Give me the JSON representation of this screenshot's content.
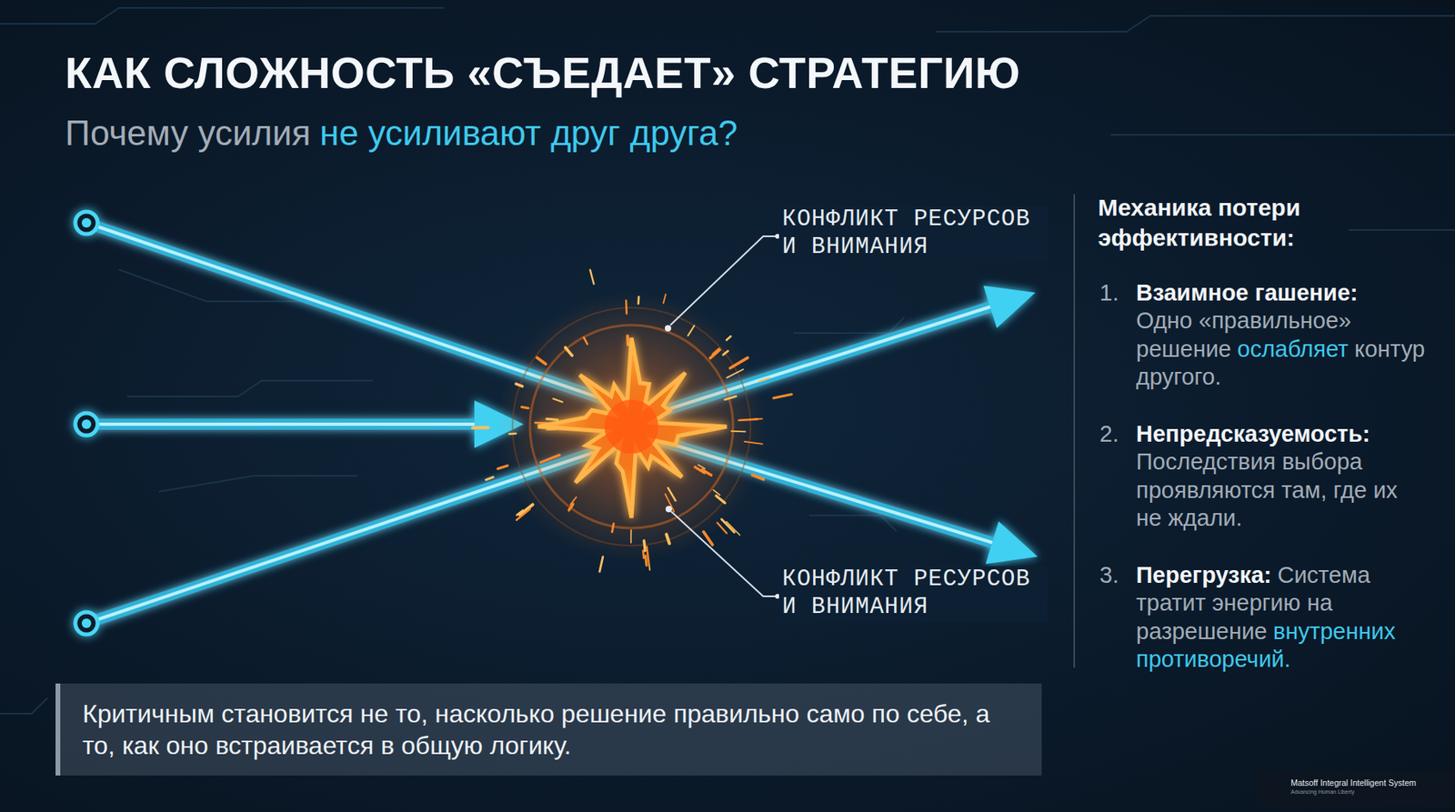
{
  "diagram": {
    "title": "КАК СЛОЖНОСТЬ «СЪЕДАЕТ» СТРАТЕГИЮ",
    "nodes": [
      {
        "text": [
          "Критичным становится не то, насколько решение правильно само по себе, а то, как оно встраивается в общую логику."
        ]
      },
      {
        "text": [
          "Matsoff Integral Intelligent System",
          "Advancing Human Liberty"
        ]
      }
    ],
    "labels": [
      "Почему усилия",
      "не усиливают друг друга?",
      "КОНФЛИКТ РЕСУРСОВ И ВНИМАНИЯ",
      "КОНФЛИКТ РЕСУРСОВ И ВНИМАНИЯ",
      "Механика потери эффективности:",
      "1.",
      "Взаимное гашение:",
      "Одно «правильное» решение",
      "ослабляет",
      "контур другого.",
      "2.",
      "Непредсказуемость:",
      "Последствия выбора проявляются там, где их не ждали.",
      "3.",
      "Перегрузка:",
      "Система тратит энергию на разрешение",
      "внутренних противоречий."
    ]
  }
}
